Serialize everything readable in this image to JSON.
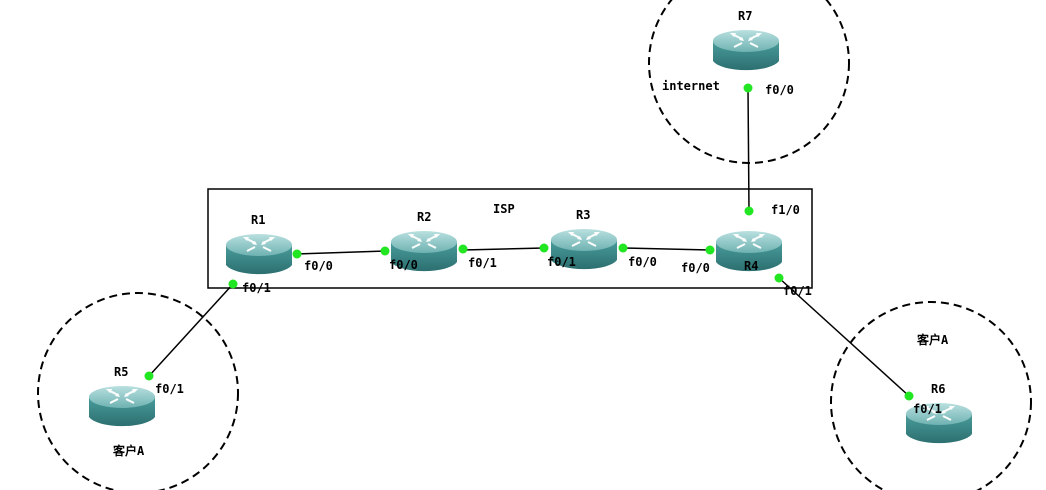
{
  "isp_label": "ISP",
  "internet_label": "internet",
  "customer_left_label": "客户A",
  "customer_right_label": "客户A",
  "routers": {
    "r1": "R1",
    "r2": "R2",
    "r3": "R3",
    "r4": "R4",
    "r5": "R5",
    "r6": "R6",
    "r7": "R7"
  },
  "interfaces": {
    "r1_f00": "f0/0",
    "r1_f01": "f0/1",
    "r2_f00": "f0/0",
    "r2_f01": "f0/1",
    "r3_f01": "f0/1",
    "r3_f00": "f0/0",
    "r4_f00": "f0/0",
    "r4_f10": "f1/0",
    "r4_f01": "f0/1",
    "r5_f01": "f0/1",
    "r6_f01": "f0/1",
    "r7_f00": "f0/0"
  },
  "colors": {
    "router_body": "#3f8f90",
    "router_top": "#8cc7c6",
    "link_dot": "#22e622",
    "line": "#000000"
  }
}
